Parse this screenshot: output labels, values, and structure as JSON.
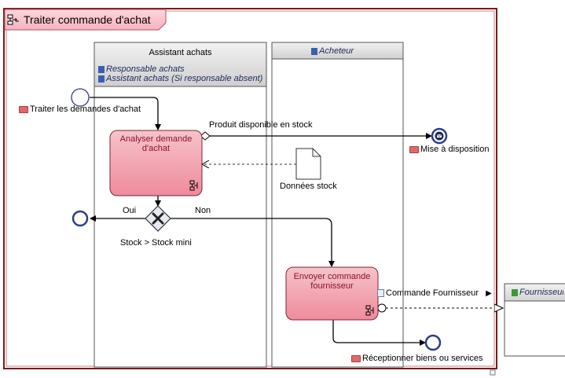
{
  "pool": {
    "title": "Traiter commande d'achat"
  },
  "lanes": [
    {
      "title": "Assistant achats",
      "roles": [
        "Responsable achats",
        "Assistant achats (Si responsable absent)"
      ]
    },
    {
      "title": "Acheteur"
    }
  ],
  "external_pool": {
    "title": "Fournisseur"
  },
  "events": {
    "start": "Traiter les demandes d'achat",
    "end_available": "Mise à disposition",
    "end_received": "Réceptionner biens ou services"
  },
  "tasks": {
    "analyse": "Analyser demande d'achat",
    "send_order": "Envoyer commande fournisseur"
  },
  "data_object": "Données stock",
  "gateway": {
    "label": "Stock > Stock mini",
    "yes": "Oui",
    "no": "Non"
  },
  "flows": {
    "in_stock": "Produit disponible en stock",
    "supplier_order": "Commande Fournisseur"
  },
  "colors": {
    "pool_border": "#7a1a1a",
    "pool_tab": "#f9c6cf",
    "lane_header": "#dcdcdc",
    "task_fill": "#f39aa8",
    "task_border": "#7a2434",
    "event_stroke": "#2e3e86"
  }
}
